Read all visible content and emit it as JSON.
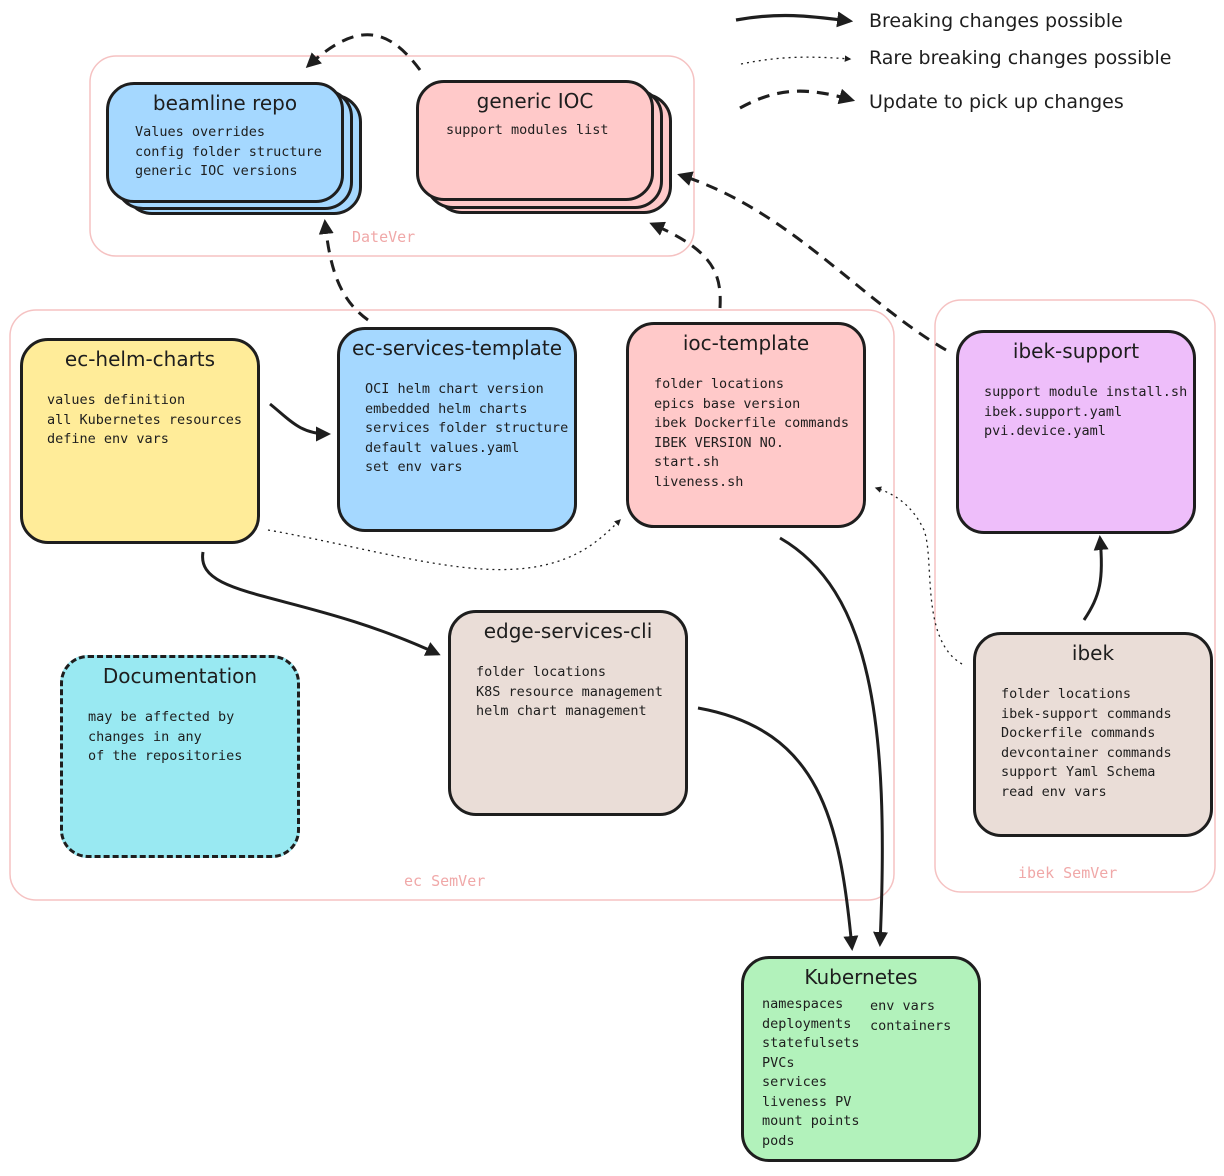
{
  "legend": {
    "solid": "Breaking changes possible",
    "dotted": "Rare breaking changes possible",
    "dashed": "Update to pick up changes"
  },
  "groups": {
    "datever": "DateVer",
    "ec_semver": "ec SemVer",
    "ibek_semver": "ibek SemVer"
  },
  "nodes": {
    "beamline_repo": {
      "title": "beamline repo",
      "items": [
        "Values overrides",
        "config folder structure",
        "generic IOC versions"
      ]
    },
    "generic_ioc": {
      "title": "generic IOC",
      "items": [
        "support modules list"
      ]
    },
    "ec_helm_charts": {
      "title": "ec-helm-charts",
      "items": [
        "values definition",
        "all Kubernetes resources",
        "define env vars"
      ]
    },
    "ec_services_template": {
      "title": "ec-services-template",
      "items": [
        "OCI helm chart version",
        "embedded helm charts",
        "services folder structure",
        "default values.yaml",
        "set env vars"
      ]
    },
    "ioc_template": {
      "title": "ioc-template",
      "items": [
        "folder locations",
        "epics base version",
        "ibek Dockerfile commands",
        "IBEK VERSION NO.",
        "start.sh",
        "liveness.sh"
      ]
    },
    "ibek_support": {
      "title": "ibek-support",
      "items": [
        "support module install.sh",
        "ibek.support.yaml",
        "pvi.device.yaml"
      ]
    },
    "edge_services_cli": {
      "title": "edge-services-cli",
      "items": [
        "folder locations",
        "K8S resource management",
        "helm chart management"
      ]
    },
    "documentation": {
      "title": "Documentation",
      "items": [
        "may be affected by",
        "changes in any",
        "of the repositories"
      ]
    },
    "ibek": {
      "title": "ibek",
      "items": [
        "folder locations",
        "ibek-support commands",
        "Dockerfile commands",
        "devcontainer commands",
        "support Yaml Schema",
        "read env vars"
      ]
    },
    "kubernetes": {
      "title": "Kubernetes",
      "items_left": [
        "namespaces",
        "deployments",
        "statefulsets",
        "PVCs",
        "services",
        "liveness PV",
        "mount points",
        "pods"
      ],
      "items_right": [
        "env vars",
        "containers"
      ]
    }
  },
  "colors": {
    "blue": "#a5d8ff",
    "pink": "#ffc9c9",
    "yellow": "#ffec99",
    "purple": "#eebefa",
    "taupe": "#eaddd7",
    "cyan": "#99e9f2",
    "green": "#b2f2bb",
    "group_border": "#f5c2c2"
  }
}
